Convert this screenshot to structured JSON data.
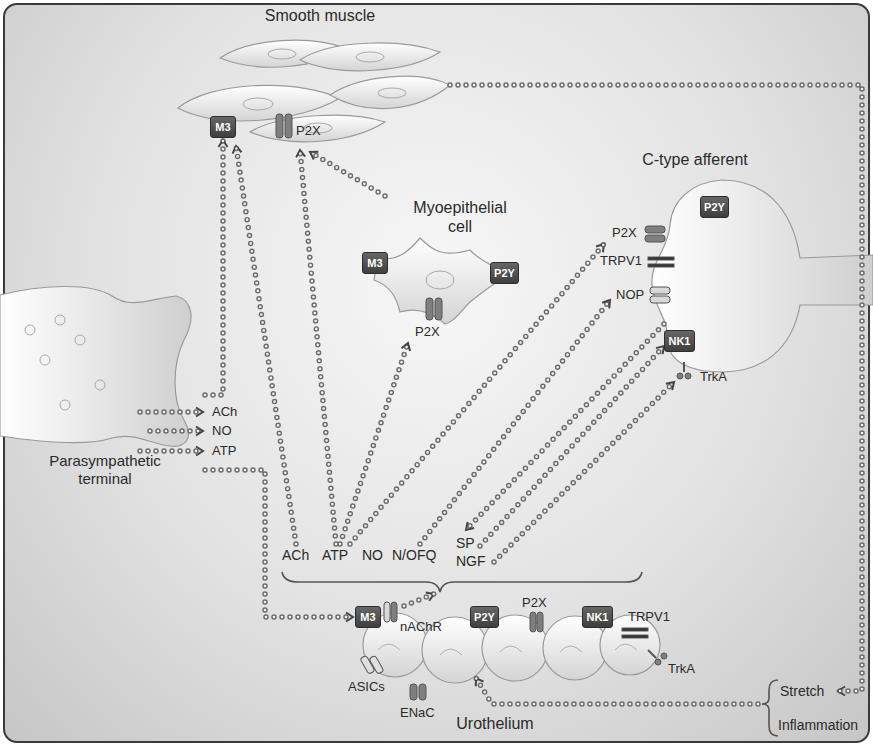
{
  "diagram": {
    "nodes": [
      {
        "text": [
          "Smooth muscle"
        ]
      },
      {
        "text": [
          "M3"
        ],
        "in": 0
      },
      {
        "text": [
          "Myoepithelial cell"
        ]
      },
      {
        "text": [
          "M3"
        ],
        "in": 2
      },
      {
        "text": [
          "P2Y"
        ],
        "in": 2
      },
      {
        "text": [
          "C-type afferent"
        ]
      },
      {
        "text": [
          "P2Y"
        ],
        "in": 5
      },
      {
        "text": [
          "NK1"
        ],
        "in": 5
      },
      {
        "text": [
          "Parasympathetic terminal"
        ]
      },
      {
        "text": [
          "Urothelium"
        ]
      },
      {
        "text": [
          "M3"
        ],
        "in": 9
      },
      {
        "text": [
          "P2Y"
        ],
        "in": 9
      },
      {
        "text": [
          "NK1"
        ],
        "in": 9
      }
    ],
    "edges": [
      {
        "from": 8,
        "to": 1,
        "arrow": "to"
      },
      {
        "from": 8,
        "to": 10,
        "arrow": "to"
      },
      {
        "from": 2,
        "to": 0,
        "arrow": "to"
      }
    ],
    "labels": [
      "P2X",
      "P2X",
      "P2X",
      "TRPV1",
      "NOP",
      "TrkA",
      "ACh",
      "NO",
      "ATP",
      "ACh",
      "ATP",
      "NO",
      "N/OFQ",
      "SP",
      "NGF",
      "nAChR",
      "P2X",
      "TRPV1",
      "TrkA",
      "ASICs",
      "ENaC",
      "Stretch",
      "Inflammation"
    ]
  }
}
